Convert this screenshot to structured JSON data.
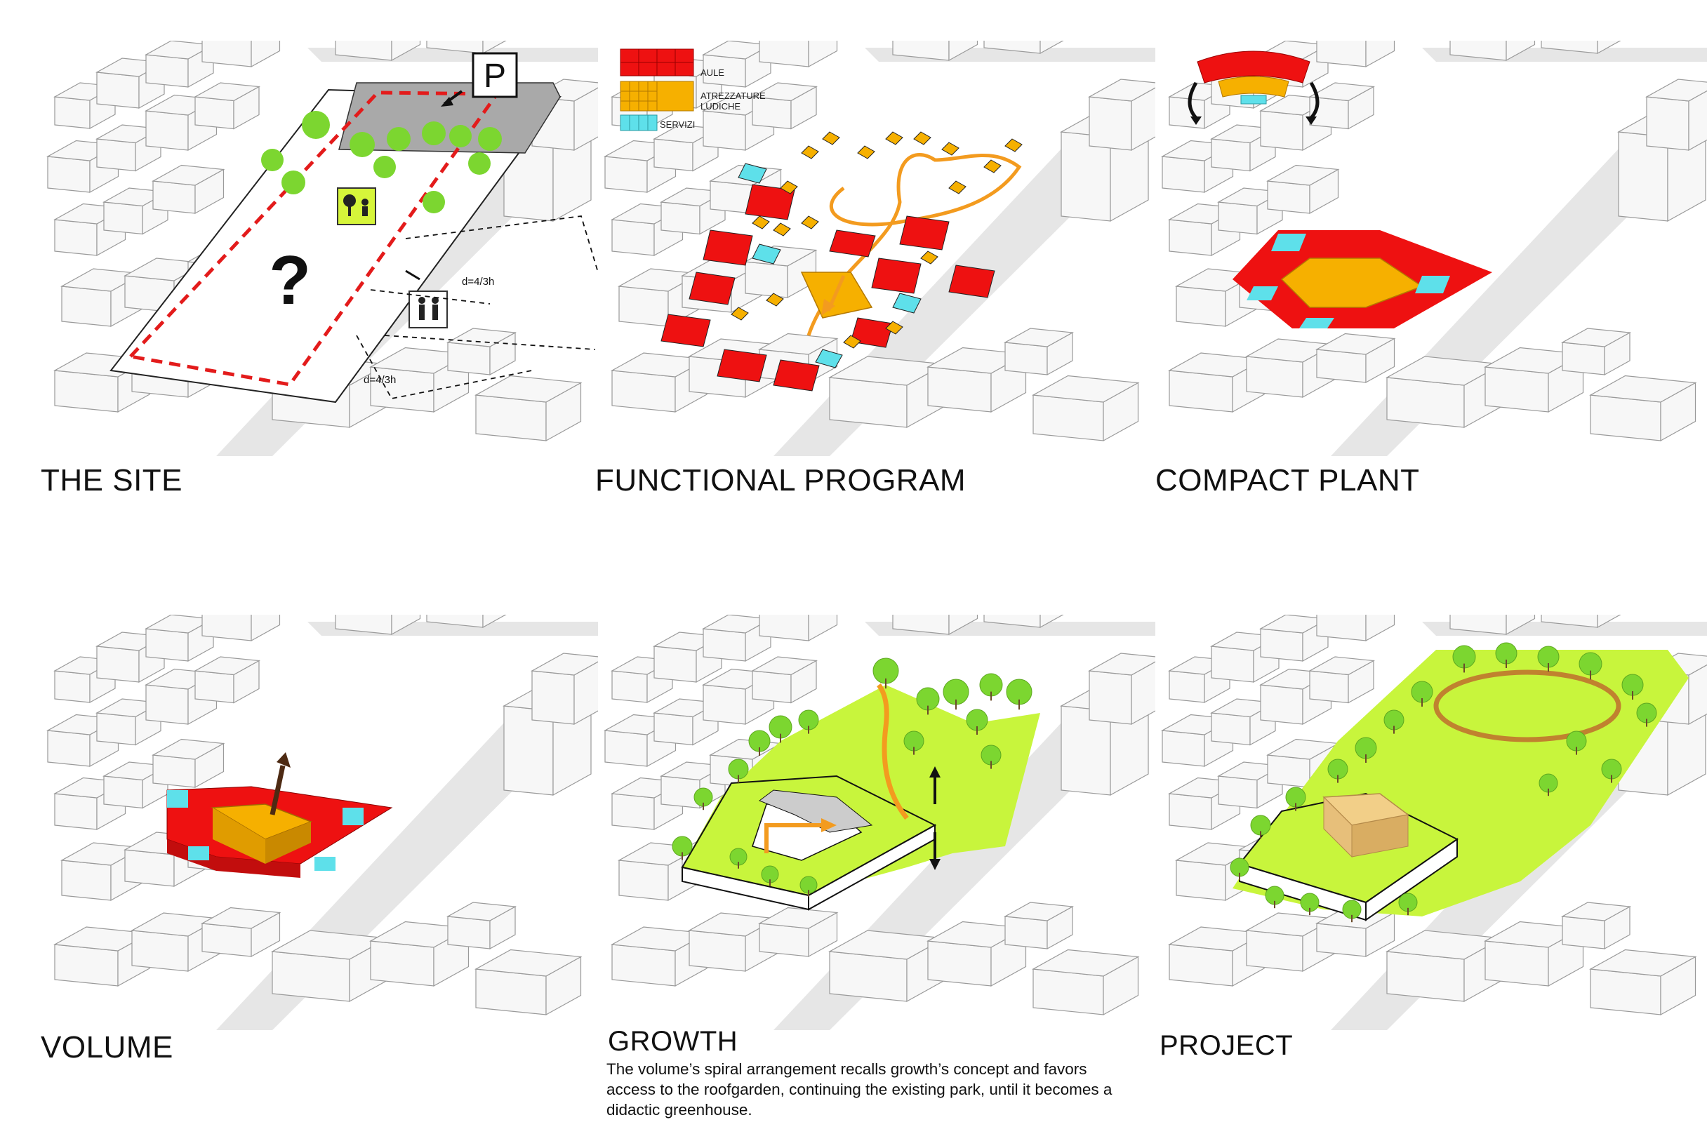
{
  "panels": {
    "site": {
      "title": "THE SITE",
      "question_mark": "?",
      "parking_sign": "P",
      "distance_1": "d=4/3h",
      "distance_2": "d=4/3h"
    },
    "program": {
      "title": "FUNCTIONAL PROGRAM",
      "legend": [
        {
          "label": "AULE",
          "color": "#ee1111"
        },
        {
          "label": "ATREZZATURE",
          "label2": "LUDICHE",
          "color": "#f6b000"
        },
        {
          "label": "SERVIZI",
          "color": "#5ee0ea"
        }
      ]
    },
    "compact": {
      "title": "COMPACT PLANT"
    },
    "volume": {
      "title": "VOLUME"
    },
    "growth": {
      "title": "GROWTH",
      "caption_lines": [
        "The volume’s spiral arrangement recalls growth’s concept and favors",
        "access to the roofgarden, continuing the existing park, until it becomes a",
        "didactic greenhouse."
      ]
    },
    "project": {
      "title": "PROJECT"
    }
  },
  "colors": {
    "red": "#ee1111",
    "orange": "#f6b000",
    "cyan": "#5ee0ea",
    "green": "#c8f53c",
    "tree": "#7cd630",
    "building": "#f3f3f3",
    "street": "#e4e4e4"
  }
}
